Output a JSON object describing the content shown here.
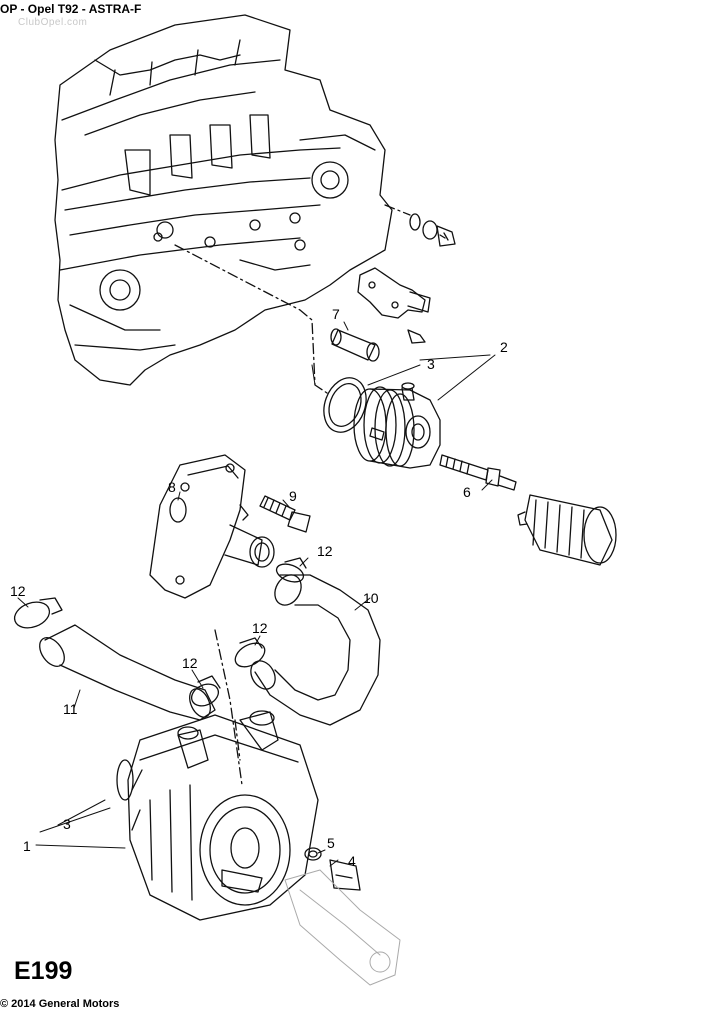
{
  "header": {
    "title": "OP - Opel T92 - ASTRA-F"
  },
  "watermark": {
    "text": "ClubOpel.com"
  },
  "diagram": {
    "code": "E199",
    "labels": {
      "p1": "1",
      "p2": "2",
      "p3_upper": "3",
      "p3_lower": "3",
      "p4": "4",
      "p5": "5",
      "p6": "6",
      "p7": "7",
      "p8": "8",
      "p9": "9",
      "p10": "10",
      "p11": "11",
      "p12_a": "12",
      "p12_b": "12",
      "p12_c": "12",
      "p12_d": "12"
    }
  },
  "footer": {
    "copyright": "© 2014 General Motors"
  }
}
